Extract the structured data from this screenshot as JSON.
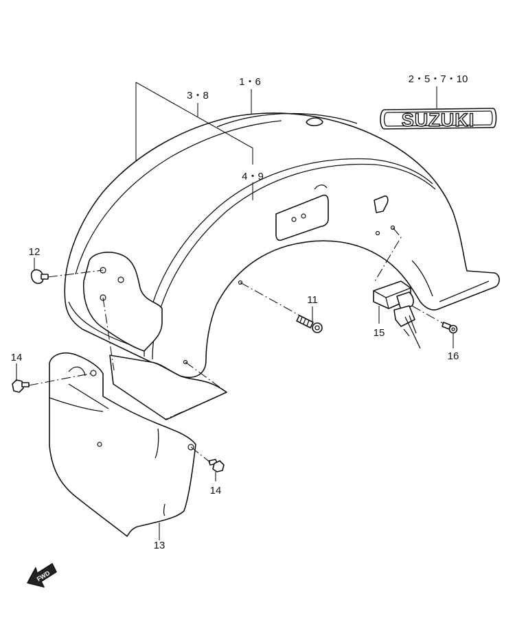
{
  "labels": {
    "fender_rear": "1・6",
    "fender_front_strip": "3・8",
    "fender_inner_strip": "4・9",
    "emblem": "2・5・7・10",
    "screw_cap": "12",
    "screw_long": "11",
    "lock_assembly": "15",
    "bolt_small": "16",
    "bolt_left": "14",
    "bolt_right": "14",
    "cover_lower": "13"
  },
  "emblem_text": "SUZUKI",
  "fwd_text": "FWD"
}
